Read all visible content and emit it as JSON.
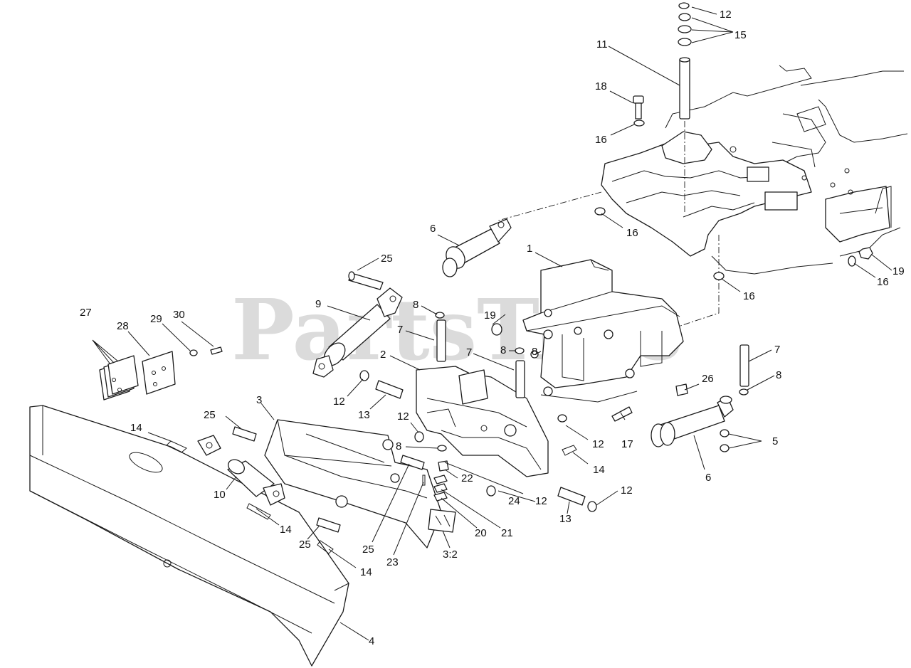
{
  "watermark": {
    "text": "PartsTree",
    "trademark": "TM"
  },
  "callouts": [
    {
      "id": "c12a",
      "label": "12"
    },
    {
      "id": "c15",
      "label": "15"
    },
    {
      "id": "c11",
      "label": "11"
    },
    {
      "id": "c18",
      "label": "18"
    },
    {
      "id": "c16a",
      "label": "16"
    },
    {
      "id": "c16b",
      "label": "16"
    },
    {
      "id": "c6a",
      "label": "6"
    },
    {
      "id": "c1",
      "label": "1"
    },
    {
      "id": "c19a",
      "label": "19"
    },
    {
      "id": "c16c",
      "label": "16"
    },
    {
      "id": "c16d",
      "label": "16"
    },
    {
      "id": "c25a",
      "label": "25"
    },
    {
      "id": "c9",
      "label": "9"
    },
    {
      "id": "c8a",
      "label": "8"
    },
    {
      "id": "c19b",
      "label": "19"
    },
    {
      "id": "c7a",
      "label": "7"
    },
    {
      "id": "c8b",
      "label": "8"
    },
    {
      "id": "c8c",
      "label": "8"
    },
    {
      "id": "c7b",
      "label": "7"
    },
    {
      "id": "c2",
      "label": "2"
    },
    {
      "id": "c7c",
      "label": "7"
    },
    {
      "id": "c8d",
      "label": "8"
    },
    {
      "id": "c27",
      "label": "27"
    },
    {
      "id": "c28",
      "label": "28"
    },
    {
      "id": "c29",
      "label": "29"
    },
    {
      "id": "c30",
      "label": "30"
    },
    {
      "id": "c12b",
      "label": "12"
    },
    {
      "id": "c13a",
      "label": "13"
    },
    {
      "id": "c26",
      "label": "26"
    },
    {
      "id": "c3",
      "label": "3"
    },
    {
      "id": "c12c",
      "label": "12"
    },
    {
      "id": "c25b",
      "label": "25"
    },
    {
      "id": "c14a",
      "label": "14"
    },
    {
      "id": "c8e",
      "label": "8"
    },
    {
      "id": "c12d",
      "label": "12"
    },
    {
      "id": "c17",
      "label": "17"
    },
    {
      "id": "c5",
      "label": "5"
    },
    {
      "id": "c14b",
      "label": "14"
    },
    {
      "id": "c22",
      "label": "22"
    },
    {
      "id": "c6b",
      "label": "6"
    },
    {
      "id": "c10",
      "label": "10"
    },
    {
      "id": "c24",
      "label": "24"
    },
    {
      "id": "c12e",
      "label": "12"
    },
    {
      "id": "c12f",
      "label": "12"
    },
    {
      "id": "c14c",
      "label": "14"
    },
    {
      "id": "c13b",
      "label": "13"
    },
    {
      "id": "c21",
      "label": "21"
    },
    {
      "id": "c20",
      "label": "20"
    },
    {
      "id": "c25c",
      "label": "25"
    },
    {
      "id": "c25d",
      "label": "25"
    },
    {
      "id": "c3-2",
      "label": "3:2"
    },
    {
      "id": "c23",
      "label": "23"
    },
    {
      "id": "c14d",
      "label": "14"
    },
    {
      "id": "c4",
      "label": "4"
    }
  ]
}
